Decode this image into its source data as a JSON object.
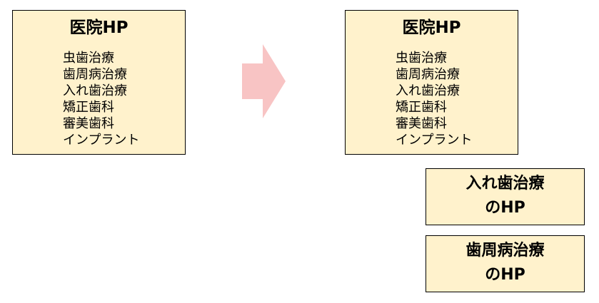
{
  "left_box": {
    "title": "医院HP",
    "items": [
      "虫歯治療",
      "歯周病治療",
      "入れ歯治療",
      "矯正歯科",
      "審美歯科",
      "インプラント"
    ]
  },
  "arrow": {
    "direction": "right",
    "color": "#f8c4c4"
  },
  "right_box": {
    "title": "医院HP",
    "items": [
      "虫歯治療",
      "歯周病治療",
      "入れ歯治療",
      "矯正歯科",
      "審美歯科",
      "インプラント"
    ]
  },
  "sub_boxes": [
    {
      "line1": "入れ歯治療",
      "line2": "のHP"
    },
    {
      "line1": "歯周病治療",
      "line2": "のHP"
    }
  ],
  "colors": {
    "box_fill": "#fff2cc",
    "border": "#000000"
  }
}
